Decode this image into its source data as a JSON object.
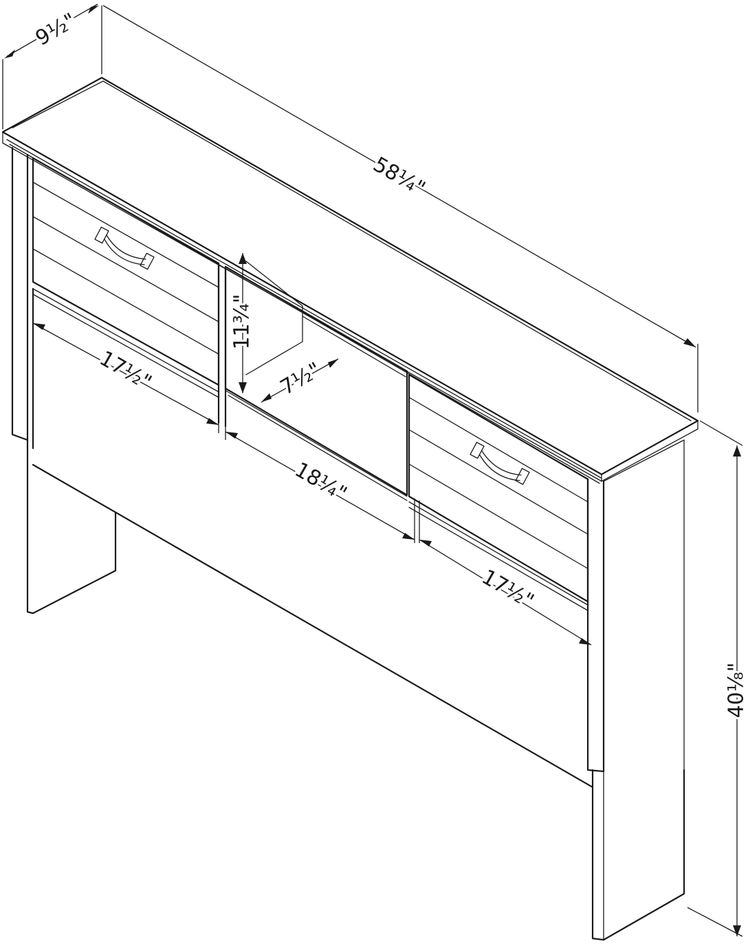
{
  "diagram": {
    "subject": "bookcase headboard",
    "dimensions": {
      "depth": "9½\"",
      "overall_width": "58¼\"",
      "compartment_height": "11¾\"",
      "compartment_depth": "7½\"",
      "left_door_width": "17½\"",
      "center_opening_width": "18¼\"",
      "right_door_width": "17½\"",
      "overall_height": "40⅛\""
    }
  }
}
